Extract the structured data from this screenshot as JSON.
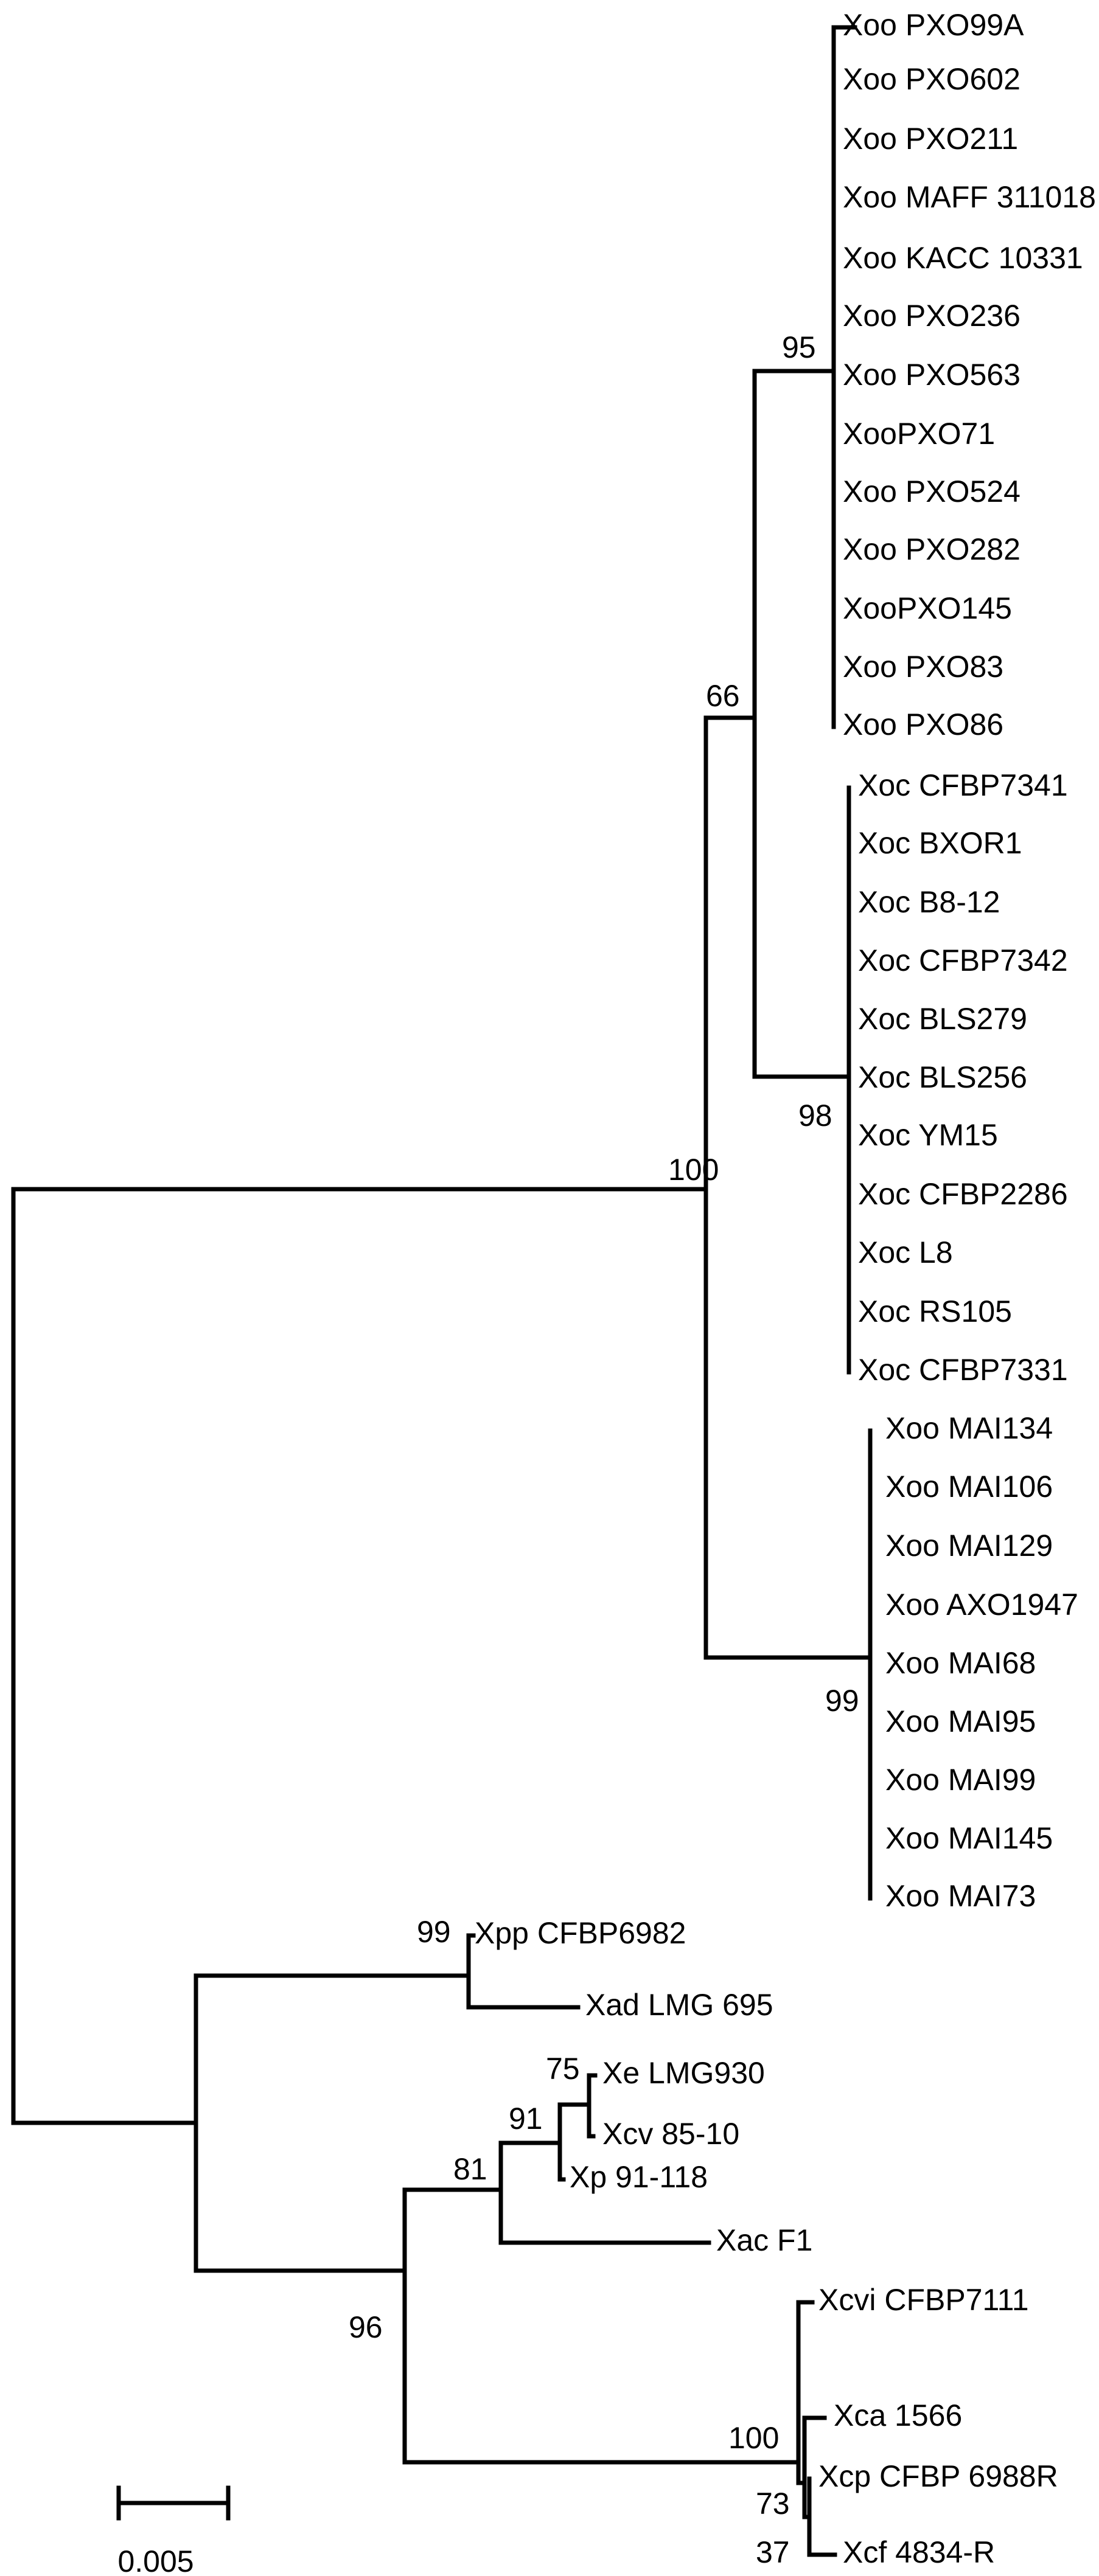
{
  "tree": {
    "leaves": [
      {
        "id": "pxo99a",
        "label": "Xoo PXO99A"
      },
      {
        "id": "pxo602",
        "label": "Xoo PXO602"
      },
      {
        "id": "pxo211",
        "label": "Xoo PXO211"
      },
      {
        "id": "maff311018",
        "label": "Xoo MAFF 311018"
      },
      {
        "id": "kacc10331",
        "label": "Xoo KACC 10331"
      },
      {
        "id": "pxo236",
        "label": "Xoo PXO236"
      },
      {
        "id": "pxo563",
        "label": "Xoo PXO563"
      },
      {
        "id": "pxo71",
        "label": "XooPXO71"
      },
      {
        "id": "pxo524",
        "label": "Xoo PXO524"
      },
      {
        "id": "pxo282",
        "label": "Xoo PXO282"
      },
      {
        "id": "pxo145",
        "label": "XooPXO145"
      },
      {
        "id": "pxo83",
        "label": "Xoo PXO83"
      },
      {
        "id": "pxo86",
        "label": "Xoo PXO86"
      },
      {
        "id": "cfbp7341",
        "label": "Xoc CFBP7341"
      },
      {
        "id": "bxor1",
        "label": "Xoc BXOR1"
      },
      {
        "id": "b812",
        "label": "Xoc B8-12"
      },
      {
        "id": "cfbp7342",
        "label": "Xoc CFBP7342"
      },
      {
        "id": "bls279",
        "label": "Xoc BLS279"
      },
      {
        "id": "bls256",
        "label": "Xoc BLS256"
      },
      {
        "id": "ym15",
        "label": "Xoc YM15"
      },
      {
        "id": "cfbp2286",
        "label": "Xoc CFBP2286"
      },
      {
        "id": "l8",
        "label": "Xoc L8"
      },
      {
        "id": "rs105",
        "label": "Xoc RS105"
      },
      {
        "id": "cfbp7331",
        "label": "Xoc CFBP7331"
      },
      {
        "id": "mai134",
        "label": "Xoo MAI134"
      },
      {
        "id": "mai106",
        "label": "Xoo MAI106"
      },
      {
        "id": "mai129",
        "label": "Xoo MAI129"
      },
      {
        "id": "axo1947",
        "label": "Xoo AXO1947"
      },
      {
        "id": "mai68",
        "label": "Xoo MAI68"
      },
      {
        "id": "mai95",
        "label": "Xoo MAI95"
      },
      {
        "id": "mai99",
        "label": "Xoo MAI99"
      },
      {
        "id": "mai145",
        "label": "Xoo MAI145"
      },
      {
        "id": "mai73",
        "label": "Xoo MAI73"
      },
      {
        "id": "xpp",
        "label": "Xpp CFBP6982"
      },
      {
        "id": "xad",
        "label": "Xad LMG 695"
      },
      {
        "id": "xe",
        "label": "Xe LMG930"
      },
      {
        "id": "xcv",
        "label": "Xcv 85-10"
      },
      {
        "id": "xp",
        "label": "Xp 91-118"
      },
      {
        "id": "xac",
        "label": "Xac F1"
      },
      {
        "id": "xcvi",
        "label": "Xcvi CFBP7111"
      },
      {
        "id": "xca",
        "label": "Xca 1566"
      },
      {
        "id": "xcp",
        "label": "Xcp CFBP 6988R"
      },
      {
        "id": "xcf",
        "label": "Xcf 4834-R"
      }
    ],
    "bootstrap": {
      "oryzae_root": "100",
      "pxo_xoc": "66",
      "pxo_clade": "95",
      "xoc_clade": "98",
      "mai_clade": "99",
      "xpp_xad": "99",
      "xe_xcv": "75",
      "xe_xcv_xp": "91",
      "xe_xac": "81",
      "outgroup": "96",
      "citri_clade": "100",
      "xcp_xcf": "73",
      "xcf_sub": "37"
    },
    "scale_bar": {
      "value": "0.005"
    }
  }
}
